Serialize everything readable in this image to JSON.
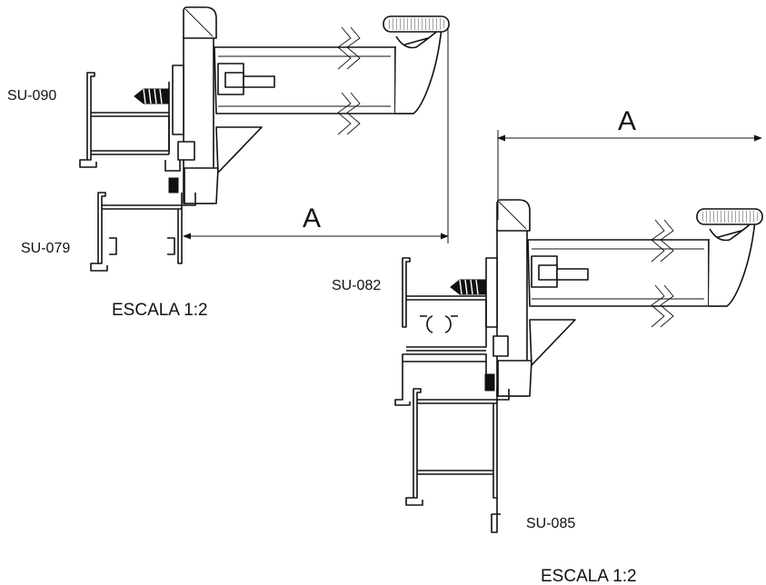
{
  "drawing": {
    "left": {
      "top_profile_label": "SU-090",
      "bottom_profile_label": "SU-079",
      "dimension_label": "A",
      "scale_label": "ESCALA 1:2"
    },
    "right": {
      "top_profile_label": "SU-082",
      "bottom_profile_label": "SU-085",
      "dimension_label": "A",
      "scale_label": "ESCALA 1:2"
    }
  }
}
